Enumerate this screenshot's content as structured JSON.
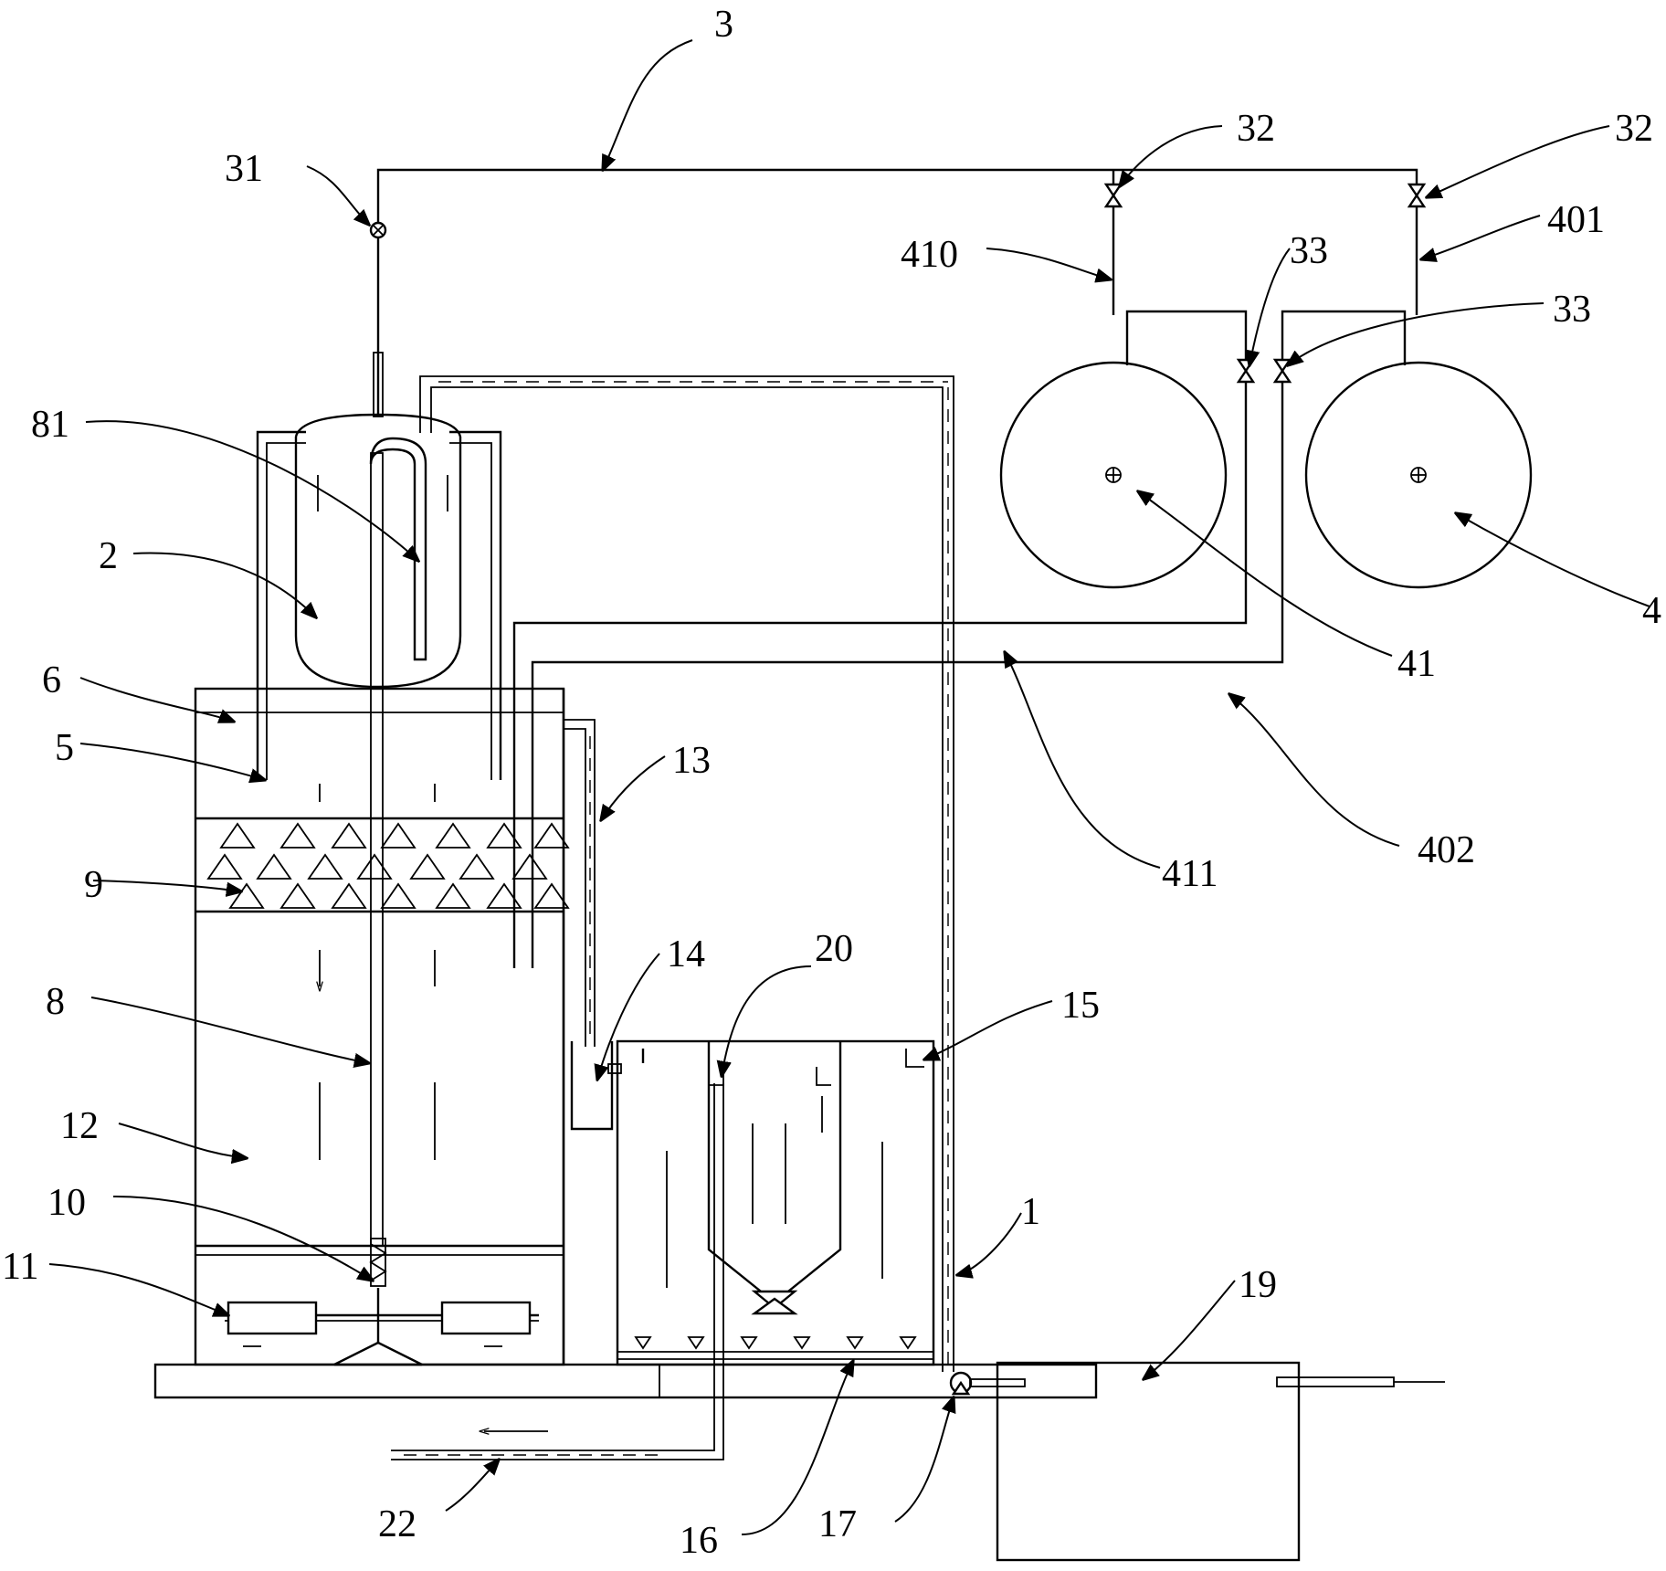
{
  "diagram": {
    "callouts": [
      {
        "id": "c3",
        "text": "3"
      },
      {
        "id": "c31",
        "text": "31"
      },
      {
        "id": "c32a",
        "text": "32"
      },
      {
        "id": "c32b",
        "text": "32"
      },
      {
        "id": "c410",
        "text": "410"
      },
      {
        "id": "c401",
        "text": "401"
      },
      {
        "id": "c33a",
        "text": "33"
      },
      {
        "id": "c33b",
        "text": "33"
      },
      {
        "id": "c81",
        "text": "81"
      },
      {
        "id": "c2",
        "text": "2"
      },
      {
        "id": "c4",
        "text": "4"
      },
      {
        "id": "c41",
        "text": "41"
      },
      {
        "id": "c6",
        "text": "6"
      },
      {
        "id": "c5",
        "text": "5"
      },
      {
        "id": "c13",
        "text": "13"
      },
      {
        "id": "c411",
        "text": "411"
      },
      {
        "id": "c402",
        "text": "402"
      },
      {
        "id": "c9",
        "text": "9"
      },
      {
        "id": "c14",
        "text": "14"
      },
      {
        "id": "c20",
        "text": "20"
      },
      {
        "id": "c15",
        "text": "15"
      },
      {
        "id": "c8",
        "text": "8"
      },
      {
        "id": "c12",
        "text": "12"
      },
      {
        "id": "c10",
        "text": "10"
      },
      {
        "id": "c1",
        "text": "1"
      },
      {
        "id": "c11",
        "text": "11"
      },
      {
        "id": "c19",
        "text": "19"
      },
      {
        "id": "c22",
        "text": "22"
      },
      {
        "id": "c16",
        "text": "16"
      },
      {
        "id": "c17",
        "text": "17"
      }
    ]
  }
}
